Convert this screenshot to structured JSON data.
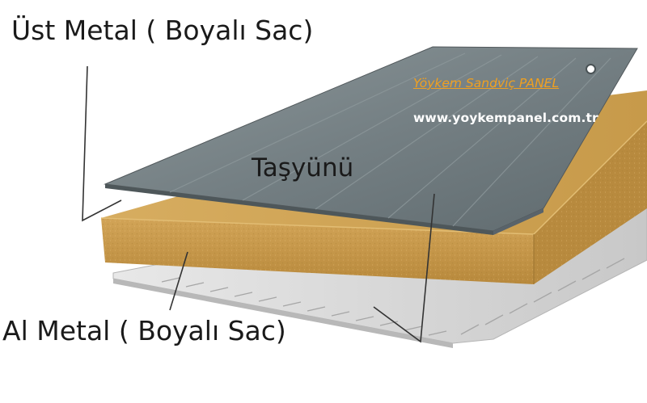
{
  "labels": {
    "top": "Üst Metal ( Boyalı Sac)",
    "middle": "Taşyünü",
    "bottom": "Al Metal ( Boyalı Sac)"
  },
  "brand": {
    "name": "Yöykem Sandviç PANEL",
    "website": "www.yoykempanel.com.tr"
  },
  "colors": {
    "top_sheet": "#6f7b7f",
    "rockwool": "#c69a4b",
    "bottom_sheet": "#d4d4d4",
    "brand_text": "#f0a020",
    "website_text": "#ffffff",
    "label_text": "#1a1a1a",
    "pointer_line": "#333333"
  }
}
